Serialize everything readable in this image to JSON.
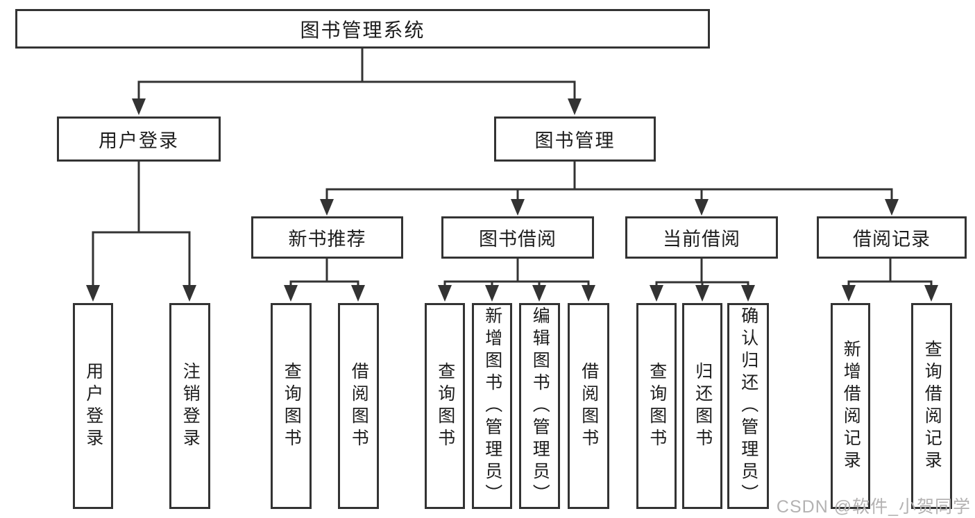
{
  "tree": {
    "label": "图书管理系统",
    "children": [
      {
        "label": "用户登录",
        "children": [
          {
            "label": "用户登录"
          },
          {
            "label": "注销登录"
          }
        ]
      },
      {
        "label": "图书管理",
        "children": [
          {
            "label": "新书推荐",
            "children": [
              {
                "label": "查询图书"
              },
              {
                "label": "借阅图书"
              }
            ]
          },
          {
            "label": "图书借阅",
            "children": [
              {
                "label": "查询图书"
              },
              {
                "label": "新增图书（管理员）"
              },
              {
                "label": "编辑图书（管理员）"
              },
              {
                "label": "借阅图书"
              }
            ]
          },
          {
            "label": "当前借阅",
            "children": [
              {
                "label": "查询图书"
              },
              {
                "label": "归还图书"
              },
              {
                "label": "确认归还（管理员）"
              }
            ]
          },
          {
            "label": "借阅记录",
            "children": [
              {
                "label": "新增借阅记录"
              },
              {
                "label": "查询借阅记录"
              }
            ]
          }
        ]
      }
    ]
  },
  "watermark": "CSDN @软件_小贺同学",
  "colors": {
    "line": "#333333",
    "text": "#1c1c1c",
    "watermark": "#b4b2b2",
    "background": "#ffffff"
  }
}
